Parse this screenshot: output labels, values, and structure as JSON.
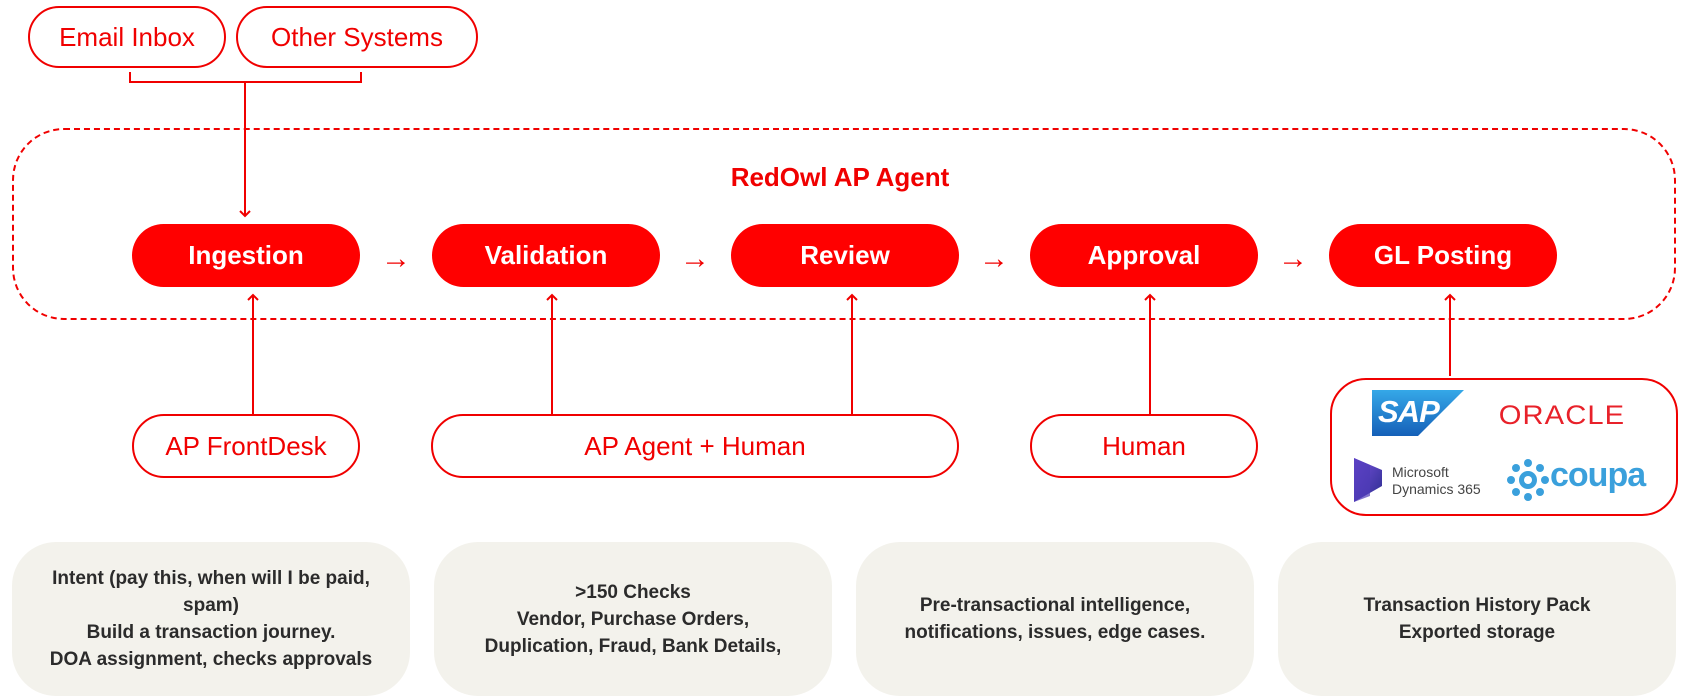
{
  "sources": [
    {
      "label": "Email Inbox"
    },
    {
      "label": "Other Systems"
    }
  ],
  "agent": {
    "title": "RedOwl AP Agent"
  },
  "stages": [
    {
      "label": "Ingestion"
    },
    {
      "label": "Validation"
    },
    {
      "label": "Review"
    },
    {
      "label": "Approval"
    },
    {
      "label": "GL Posting"
    }
  ],
  "flow_arrow": "→",
  "actors": [
    {
      "label": "AP FrontDesk"
    },
    {
      "label": "AP Agent + Human"
    },
    {
      "label": "Human"
    }
  ],
  "erp_logos": {
    "sap": "SAP",
    "oracle": "ORACLE",
    "dynamics_line1": "Microsoft",
    "dynamics_line2": "Dynamics 365",
    "coupa": "coupa"
  },
  "notes": [
    {
      "lines": [
        "Intent (pay this, when will I be paid, spam)",
        "Build a transaction journey.",
        "DOA assignment, checks approvals"
      ]
    },
    {
      "lines": [
        ">150 Checks",
        "Vendor, Purchase Orders,",
        "Duplication, Fraud, Bank Details,"
      ]
    },
    {
      "lines": [
        "Pre-transactional intelligence,",
        "notifications,  issues, edge cases."
      ]
    },
    {
      "lines": [
        "Transaction History Pack",
        "Exported storage"
      ]
    }
  ],
  "colors": {
    "accent": "#ff0000",
    "outline": "#f00000",
    "note_bg": "#f3f2ec",
    "note_text": "#2b2b2b",
    "sap_blue": "#1a73c8",
    "dynamics_purple": "#5b3fc4",
    "coupa_blue": "#3aa0dc"
  }
}
